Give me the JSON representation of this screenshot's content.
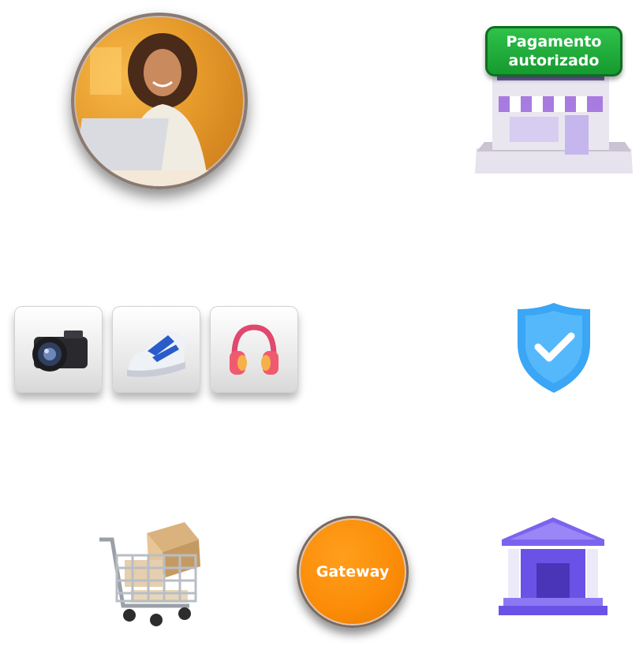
{
  "store_badge": {
    "label_line1": "Pagamento",
    "label_line2": "autorizado"
  },
  "gateway": {
    "label": "Gateway"
  },
  "products": [
    {
      "icon": "camera-icon"
    },
    {
      "icon": "sneaker-icon"
    },
    {
      "icon": "headphones-icon"
    }
  ],
  "icons": {
    "avatar": "person-with-laptop-icon",
    "store": "storefront-icon",
    "shield": "shield-check-icon",
    "cart": "shopping-cart-icon",
    "bank": "bank-icon"
  },
  "colors": {
    "badge_green": "#1fae3b",
    "gateway_orange": "#fb8b07",
    "shield_blue": "#3aa6f5",
    "bank_purple": "#7c63ef",
    "store_purple": "#a88be6"
  }
}
